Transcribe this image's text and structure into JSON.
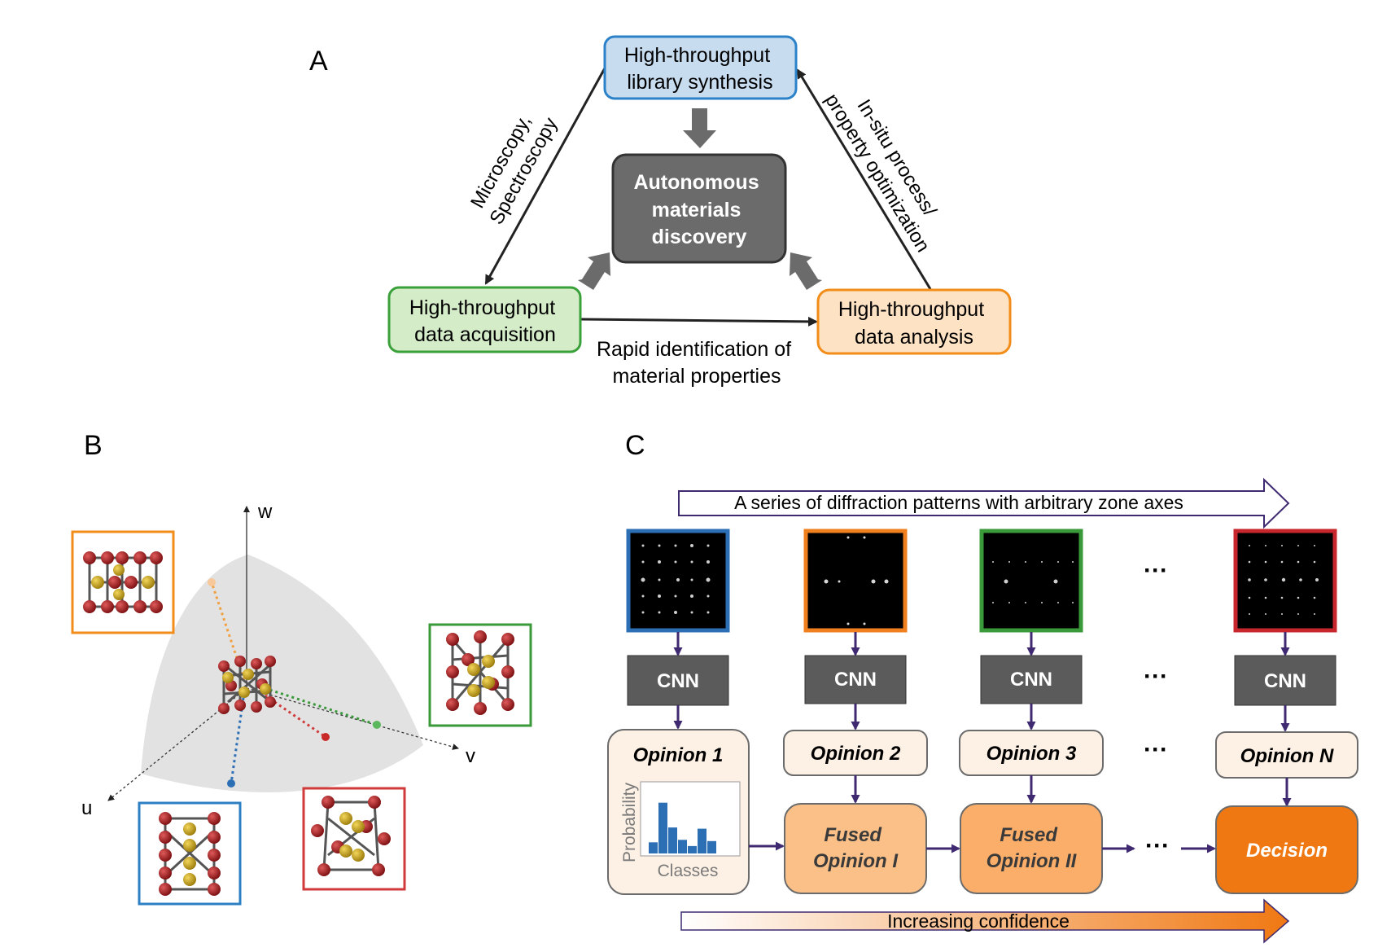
{
  "panel_a": {
    "label": "A",
    "top_box": [
      "High-throughput",
      "library synthesis"
    ],
    "center_box": [
      "Autonomous",
      "materials",
      "discovery"
    ],
    "left_box": [
      "High-throughput",
      "data acquisition"
    ],
    "right_box": [
      "High-throughput",
      "data analysis"
    ],
    "left_edge_label": [
      "Microscopy,",
      "Spectroscopy"
    ],
    "right_edge_label": [
      "In-situ process/",
      "property optimization"
    ],
    "bottom_edge_label": [
      "Rapid identification of",
      "material properties"
    ]
  },
  "panel_b": {
    "label": "B",
    "axes": {
      "w": "w",
      "v": "v",
      "u": "u"
    }
  },
  "panel_c": {
    "label": "C",
    "top_arrow_text": "A series of diffraction patterns with arbitrary zone axes",
    "cnn_label": "CNN",
    "opinions": [
      "Opinion 1",
      "Opinion 2",
      "Opinion 3",
      "Opinion N"
    ],
    "fused": [
      [
        "Fused",
        "Opinion I"
      ],
      [
        "Fused",
        "Opinion II"
      ]
    ],
    "decision": "Decision",
    "ellipsis": "···",
    "histogram": {
      "ylabel": "Probability",
      "xlabel": "Classes",
      "values": [
        0.18,
        0.82,
        0.42,
        0.22,
        0.12,
        0.4,
        0.2
      ]
    },
    "bottom_arrow_text": "Increasing confidence",
    "colors": {
      "blue": "#2d6fb4",
      "orange": "#f07f1d",
      "green": "#3a9a3a",
      "red": "#c8262d",
      "cnn": "#5b5b5b",
      "decision": "#f07812"
    }
  }
}
